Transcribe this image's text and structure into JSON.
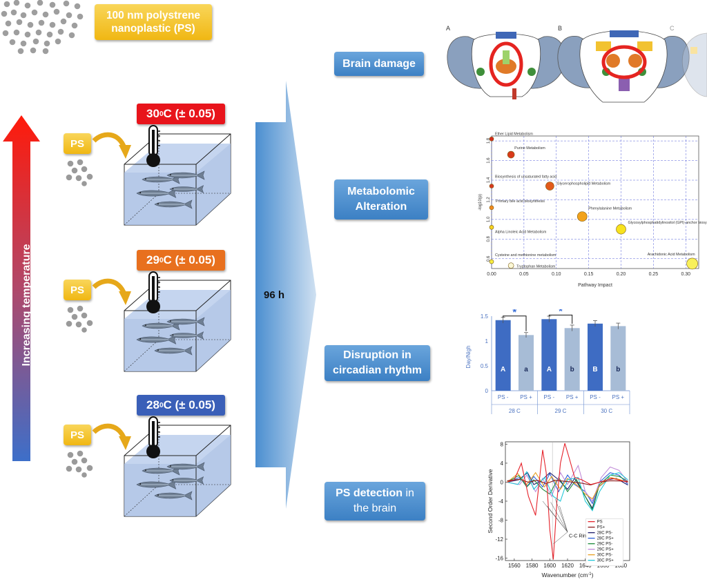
{
  "header": {
    "ps_title": "100 nm polystrene nanoplastic (PS)"
  },
  "temperature_axis_label": "Increasing temperature",
  "tanks": [
    {
      "temp": "30 ",
      "deg": "0",
      "rest": "C (± 0.05)",
      "color": "#e8141b",
      "ps": "PS"
    },
    {
      "temp": "29 ",
      "deg": "0",
      "rest": "C (± 0.05)",
      "color": "#e8701e",
      "ps": "PS"
    },
    {
      "temp": "28 ",
      "deg": "0",
      "rest": "C (± 0.05)",
      "color": "#3a5fb8",
      "ps": "PS"
    }
  ],
  "duration": "96 h",
  "outcomes": [
    {
      "label": "Brain damage"
    },
    {
      "label": "Metabolomic Alteration"
    },
    {
      "label": "Disruption in circadian rhythm"
    },
    {
      "label_bold": "PS detection",
      "label_rest": " in the brain"
    }
  ],
  "brain_panel": {
    "labels": [
      "A",
      "B",
      "C"
    ]
  },
  "metabolomic_chart": {
    "type": "scatter",
    "xlabel": "Pathway Impact",
    "ylabel": "-log10(p)",
    "xlim": [
      0,
      0.32
    ],
    "ylim": [
      0.5,
      1.85
    ],
    "xticks": [
      "0.00",
      "0.05",
      "0.10",
      "0.15",
      "0.20",
      "0.25",
      "0.30"
    ],
    "yticks": [
      "0.6",
      "0.8",
      "1.0",
      "1.2",
      "1.4",
      "1.6",
      "1.8"
    ],
    "points": [
      {
        "x": 0.0,
        "y": 1.82,
        "r": 3,
        "color": "#d62a1c",
        "label": "Ether Lipid Metabolism"
      },
      {
        "x": 0.03,
        "y": 1.66,
        "r": 5,
        "color": "#d93a1a",
        "label": "Purine Metabolism"
      },
      {
        "x": 0.0,
        "y": 1.34,
        "r": 3,
        "color": "#d83a20",
        "label": "Biosynthesis of unsaturated fatty acid"
      },
      {
        "x": 0.09,
        "y": 1.34,
        "r": 6,
        "color": "#e25a1a",
        "label": "Glycerophospholipid Metabolism"
      },
      {
        "x": 0.0,
        "y": 1.12,
        "r": 3,
        "color": "#f08a1e",
        "label": "Primary bile acid biosynthesis"
      },
      {
        "x": 0.14,
        "y": 1.03,
        "r": 7,
        "color": "#f2a21c",
        "label": "Phenylalanine Metabolism"
      },
      {
        "x": 0.0,
        "y": 0.92,
        "r": 3,
        "color": "#f5d320",
        "label": "Alpha Linoleic Acid Metabolism"
      },
      {
        "x": 0.2,
        "y": 0.9,
        "r": 7,
        "color": "#f7e21e",
        "label": "Glycosylphosphatidylinositol (GPI)-anchor biosynthesis"
      },
      {
        "x": 0.0,
        "y": 0.57,
        "r": 3,
        "color": "#f8ee40",
        "label": "Cysteine and methionine metabolism"
      },
      {
        "x": 0.03,
        "y": 0.53,
        "r": 4,
        "color": "#fbf8d6",
        "label": "Tryptophan Metabolism"
      },
      {
        "x": 0.31,
        "y": 0.55,
        "r": 8,
        "color": "#f8f05a",
        "label": "Arachidonic Acid Metabolism"
      }
    ]
  },
  "circadian_chart": {
    "type": "bar",
    "ylabel": "Day/Nigh",
    "ylim": [
      0,
      1.5
    ],
    "yticks": [
      "0",
      "0.5",
      "1",
      "1.5"
    ],
    "groups": [
      "28 C",
      "29 C",
      "30 C"
    ],
    "categories": [
      "PS -",
      "PS +",
      "PS -",
      "PS +",
      "PS -",
      "PS +"
    ],
    "values": [
      1.42,
      1.12,
      1.44,
      1.26,
      1.35,
      1.3
    ],
    "errors": [
      0.06,
      0.05,
      0.06,
      0.06,
      0.06,
      0.06
    ],
    "colors": [
      "#3e6cc3",
      "#a7bcd6",
      "#3e6cc3",
      "#a7bcd6",
      "#3e6cc3",
      "#a7bcd6"
    ],
    "letters": [
      "A",
      "a",
      "A",
      "b",
      "B",
      "b"
    ],
    "significance": [
      "*",
      "*"
    ]
  },
  "spectrum_chart": {
    "type": "line",
    "xlabel": "Wavenumber (cm",
    "xlabel_sup": "-1",
    "xlabel_end": ")",
    "ylabel": "Second Order Derivative",
    "xlim": [
      1550,
      1690
    ],
    "ylim": [
      -16.5,
      8.5
    ],
    "xticks": [
      "1560",
      "1580",
      "1600",
      "1620",
      "1640",
      "1660",
      "1680"
    ],
    "yticks": [
      "8",
      "4",
      "0",
      "-4",
      "-8",
      "-12",
      "-16"
    ],
    "annotation": "C-C Ring",
    "legend": [
      {
        "name": "PS",
        "color": "#e5222a"
      },
      {
        "name": "PS+",
        "color": "#8a1a1a"
      },
      {
        "name": "28C PS-",
        "color": "#1b1b6b"
      },
      {
        "name": "28C PS+",
        "color": "#2a5fd8"
      },
      {
        "name": "29C PS-",
        "color": "#1a8a3a"
      },
      {
        "name": "29C PS+",
        "color": "#c08ad8"
      },
      {
        "name": "30C PS-",
        "color": "#e8a020"
      },
      {
        "name": "30C PS+",
        "color": "#22c8d8"
      }
    ]
  }
}
